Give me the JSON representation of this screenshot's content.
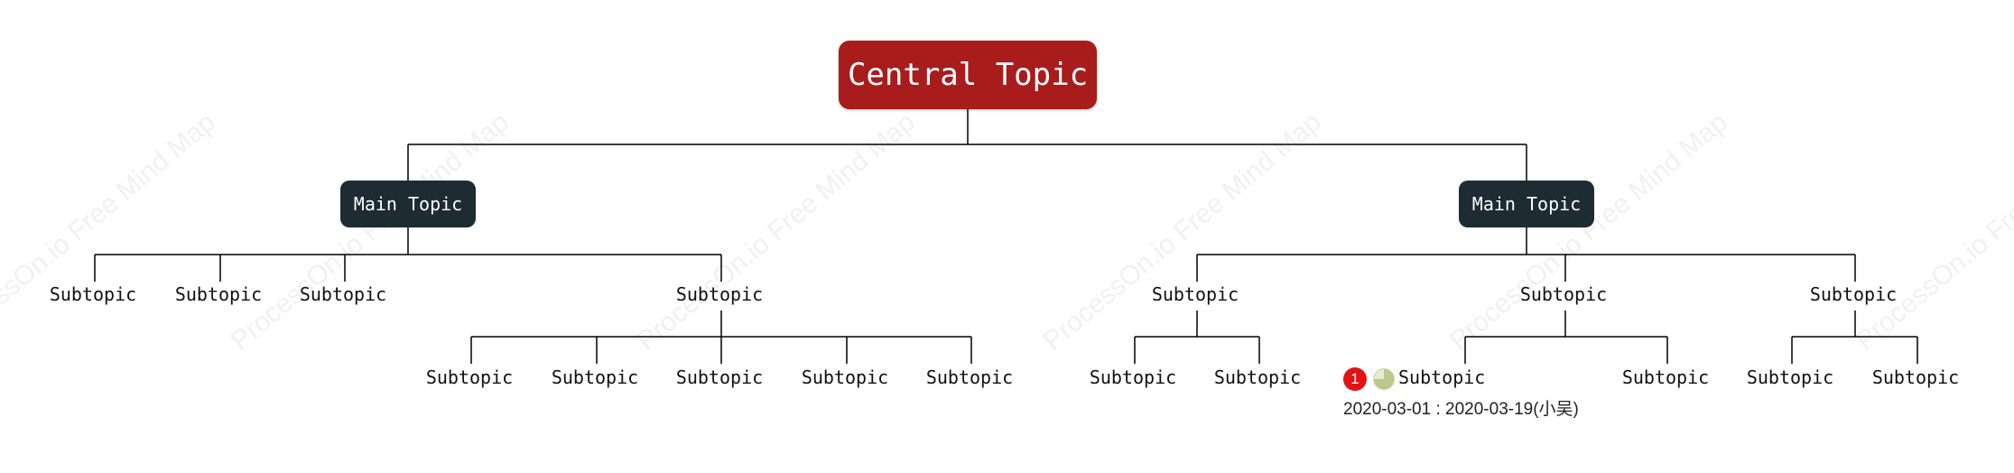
{
  "central": {
    "label": "Central Topic",
    "color": "#a81c1c"
  },
  "main_topics": [
    {
      "label": "Main Topic",
      "color": "#1d2b33"
    },
    {
      "label": "Main Topic",
      "color": "#1d2b33"
    }
  ],
  "left": {
    "subtopics": [
      "Subtopic",
      "Subtopic",
      "Subtopic",
      "Subtopic"
    ],
    "children_of_4": [
      "Subtopic",
      "Subtopic",
      "Subtopic",
      "Subtopic",
      "Subtopic"
    ]
  },
  "right": {
    "subtopics": [
      "Subtopic",
      "Subtopic",
      "Subtopic"
    ],
    "children_of_1": [
      "Subtopic",
      "Subtopic"
    ],
    "children_of_2": [
      "Subtopic",
      "Subtopic"
    ],
    "children_of_3": [
      "Subtopic",
      "Subtopic"
    ]
  },
  "task": {
    "priority": "1",
    "priority_color": "#e01414",
    "progress_icon": "progress-pie-icon",
    "progress": 0.75,
    "dates": "2020-03-01 : 2020-03-19(小吴)"
  },
  "watermark": "ProcessOn.io Free Mind Map"
}
